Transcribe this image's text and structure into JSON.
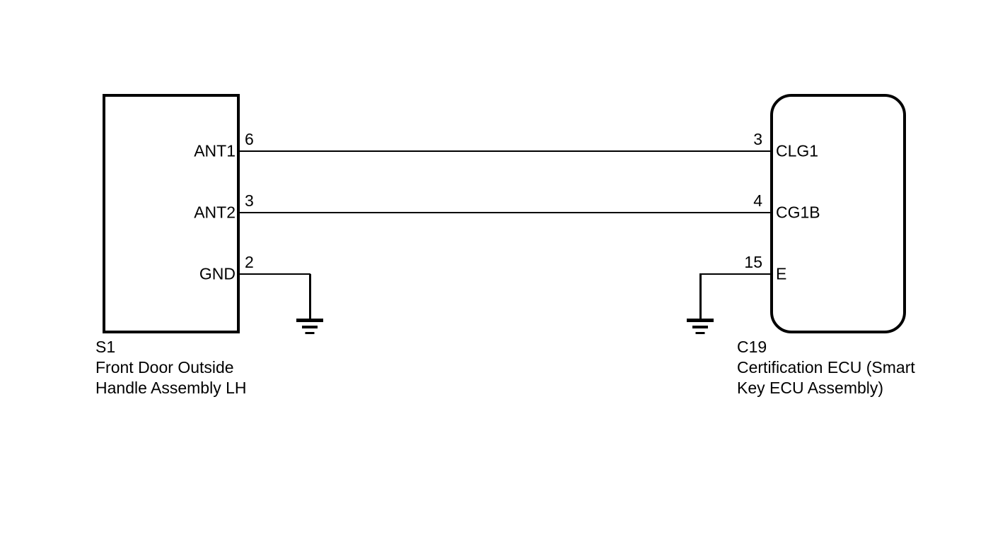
{
  "diagram": {
    "type": "wiring-diagram",
    "colors": {
      "line": "#000000",
      "background": "#ffffff",
      "text": "#000000"
    },
    "left_component": {
      "id": "S1",
      "name_lines": [
        "Front Door Outside",
        "Handle Assembly LH"
      ],
      "shape": "rectangle",
      "pins": [
        {
          "label": "ANT1",
          "number": "6"
        },
        {
          "label": "ANT2",
          "number": "3"
        },
        {
          "label": "GND",
          "number": "2"
        }
      ]
    },
    "right_component": {
      "id": "C19",
      "name_lines": [
        "Certification ECU (Smart",
        "Key ECU Assembly)"
      ],
      "shape": "rounded-rectangle",
      "pins": [
        {
          "label": "CLG1",
          "number": "3"
        },
        {
          "label": "CG1B",
          "number": "4"
        },
        {
          "label": "E",
          "number": "15"
        }
      ]
    },
    "connections": [
      {
        "from": "S1.ANT1 (6)",
        "to": "C19.CLG1 (3)"
      },
      {
        "from": "S1.ANT2 (3)",
        "to": "C19.CG1B (4)"
      },
      {
        "from": "S1.GND (2)",
        "to": "ground"
      },
      {
        "from": "C19.E (15)",
        "to": "ground"
      }
    ]
  }
}
